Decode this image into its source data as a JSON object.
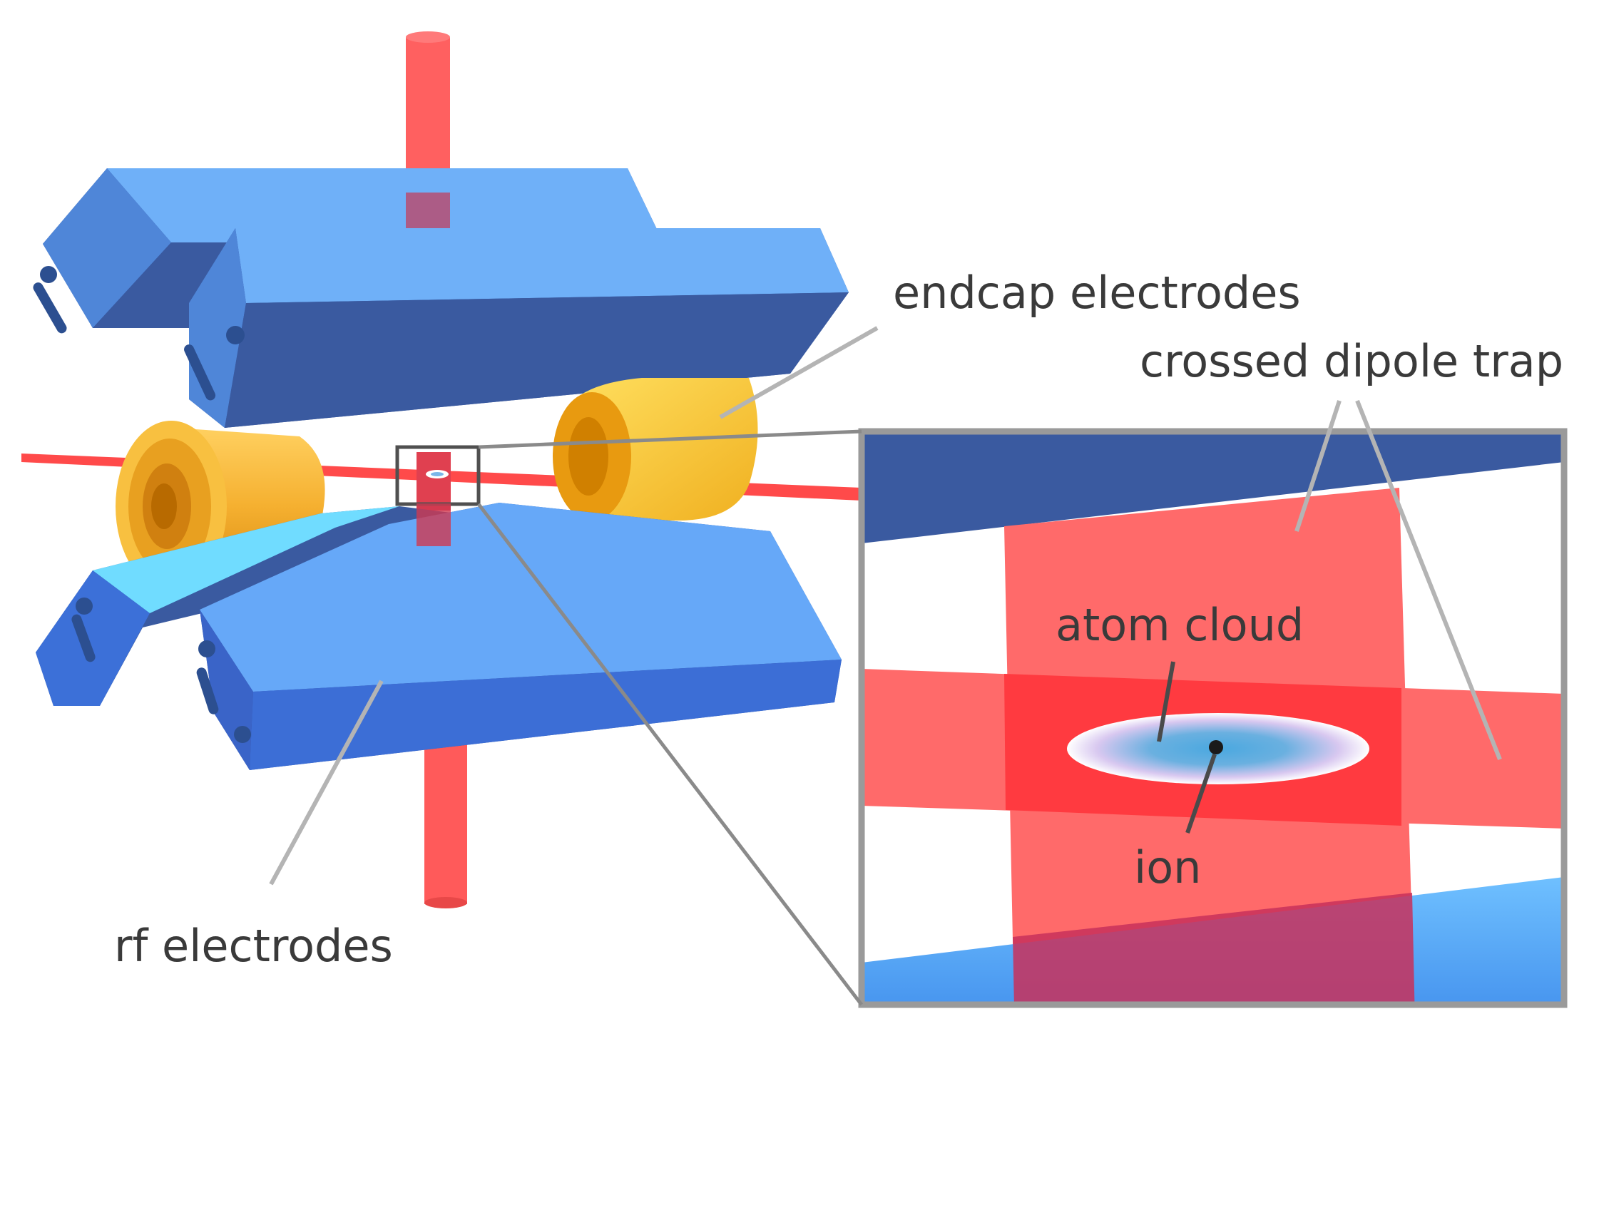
{
  "labels": {
    "endcap": "endcap electrodes",
    "dipole": "crossed dipole trap",
    "rf": "rf electrodes",
    "atom_cloud": "atom cloud",
    "ion": "ion"
  },
  "colors": {
    "electrode_light": "#6fb0f8",
    "electrode_mid": "#5d9df0",
    "electrode_dark": "#3a5aa0",
    "endcap_gold": "#f5b030",
    "endcap_yellow": "#ffd020",
    "laser": "#ff5a5a",
    "leader": "#b4b4b4",
    "frame": "#9a9a9a",
    "text": "#3a3a3a"
  }
}
